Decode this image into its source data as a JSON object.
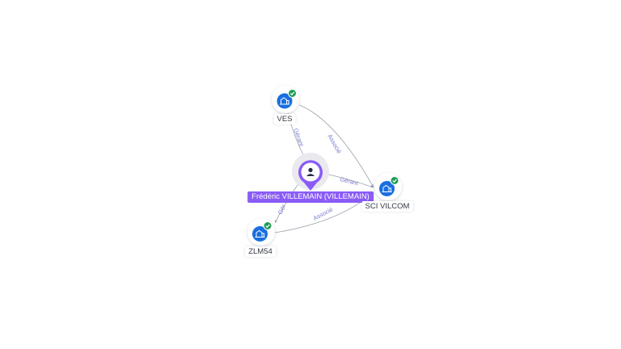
{
  "person": {
    "label": "Frédéric VILLEMAIN (VILLEMAIN)",
    "icon": "user-icon",
    "color": "#8a5cf6"
  },
  "companies": [
    {
      "id": "ves",
      "label": "VES",
      "icon": "building-icon",
      "status_icon": "check-badge-icon"
    },
    {
      "id": "sci-vilcom",
      "label": "SCI VILCOM",
      "icon": "building-icon",
      "status_icon": "check-badge-icon"
    },
    {
      "id": "zlm54",
      "label": "ZLM54",
      "icon": "building-icon",
      "status_icon": "check-badge-icon"
    }
  ],
  "edges": [
    {
      "from": "person",
      "to": "ves",
      "label": "Gérant"
    },
    {
      "from": "person",
      "to": "sci-vilcom",
      "label": "Gérant"
    },
    {
      "from": "person",
      "to": "zlm54",
      "label": "Gér"
    },
    {
      "from": "ves",
      "to": "sci-vilcom",
      "label": "Associé"
    },
    {
      "from": "zlm54",
      "to": "sci-vilcom",
      "label": "Associé"
    }
  ],
  "colors": {
    "company": "#1a6fe0",
    "verified": "#1f9d55",
    "edge": "#9aa3ad",
    "edge_label": "#7a7ad0"
  }
}
